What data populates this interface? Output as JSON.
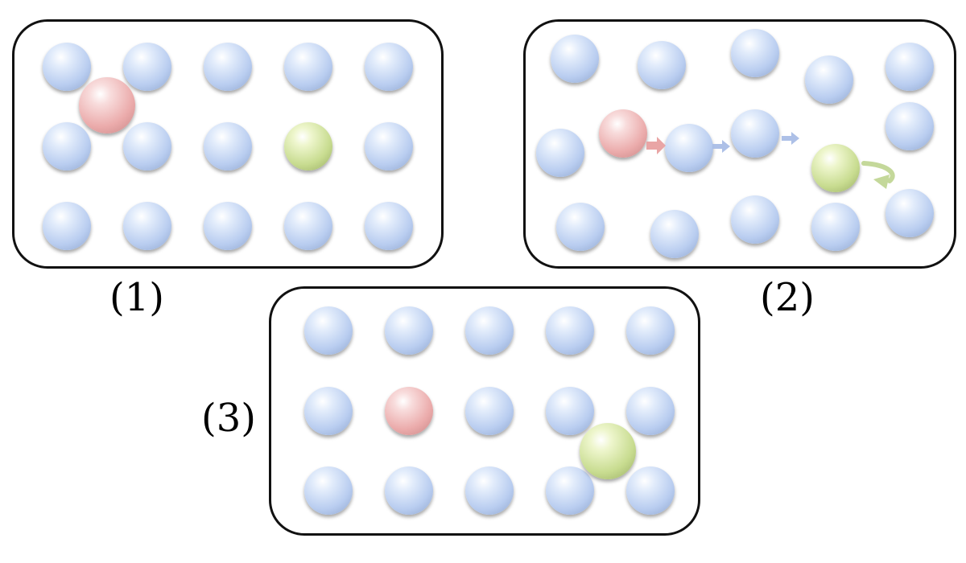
{
  "panels": [
    {
      "label": "(1)"
    },
    {
      "label": "(2)"
    },
    {
      "label": "(3)"
    }
  ],
  "colors": {
    "matrix_atom": "#b9cdf0",
    "red_atom": "#ebabab",
    "green_atom": "#c8dc90",
    "red_arrow": "#e8a0a0",
    "blue_arrow": "#a9bde6",
    "green_arrow": "#c4d89a",
    "frame": "#111111"
  }
}
